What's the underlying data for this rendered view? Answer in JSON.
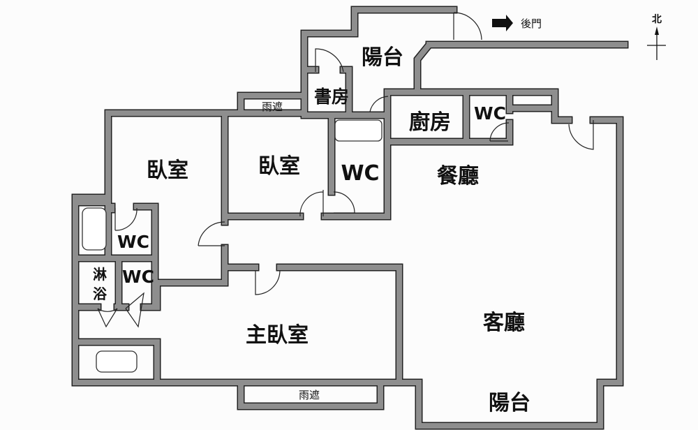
{
  "rooms": {
    "balcony_back": "陽台",
    "study": "書房",
    "rain_shade_top": "雨遮",
    "kitchen": "廚房",
    "wc_kitchen": "WC",
    "bedroom_left": "臥室",
    "bedroom_mid": "臥室",
    "wc_mid": "WC",
    "dining": "餐廳",
    "wc_left_upper": "WC",
    "shower": [
      "淋",
      "浴"
    ],
    "wc_left_lower": "WC",
    "master_bedroom": "主臥室",
    "living_room": "客廳",
    "rain_shade_bottom": "雨遮",
    "balcony_front": "陽台"
  },
  "labels": {
    "back_door": "後門",
    "north": "北"
  },
  "colors": {
    "wall": "#8e8e8e",
    "outline": "#222222"
  }
}
